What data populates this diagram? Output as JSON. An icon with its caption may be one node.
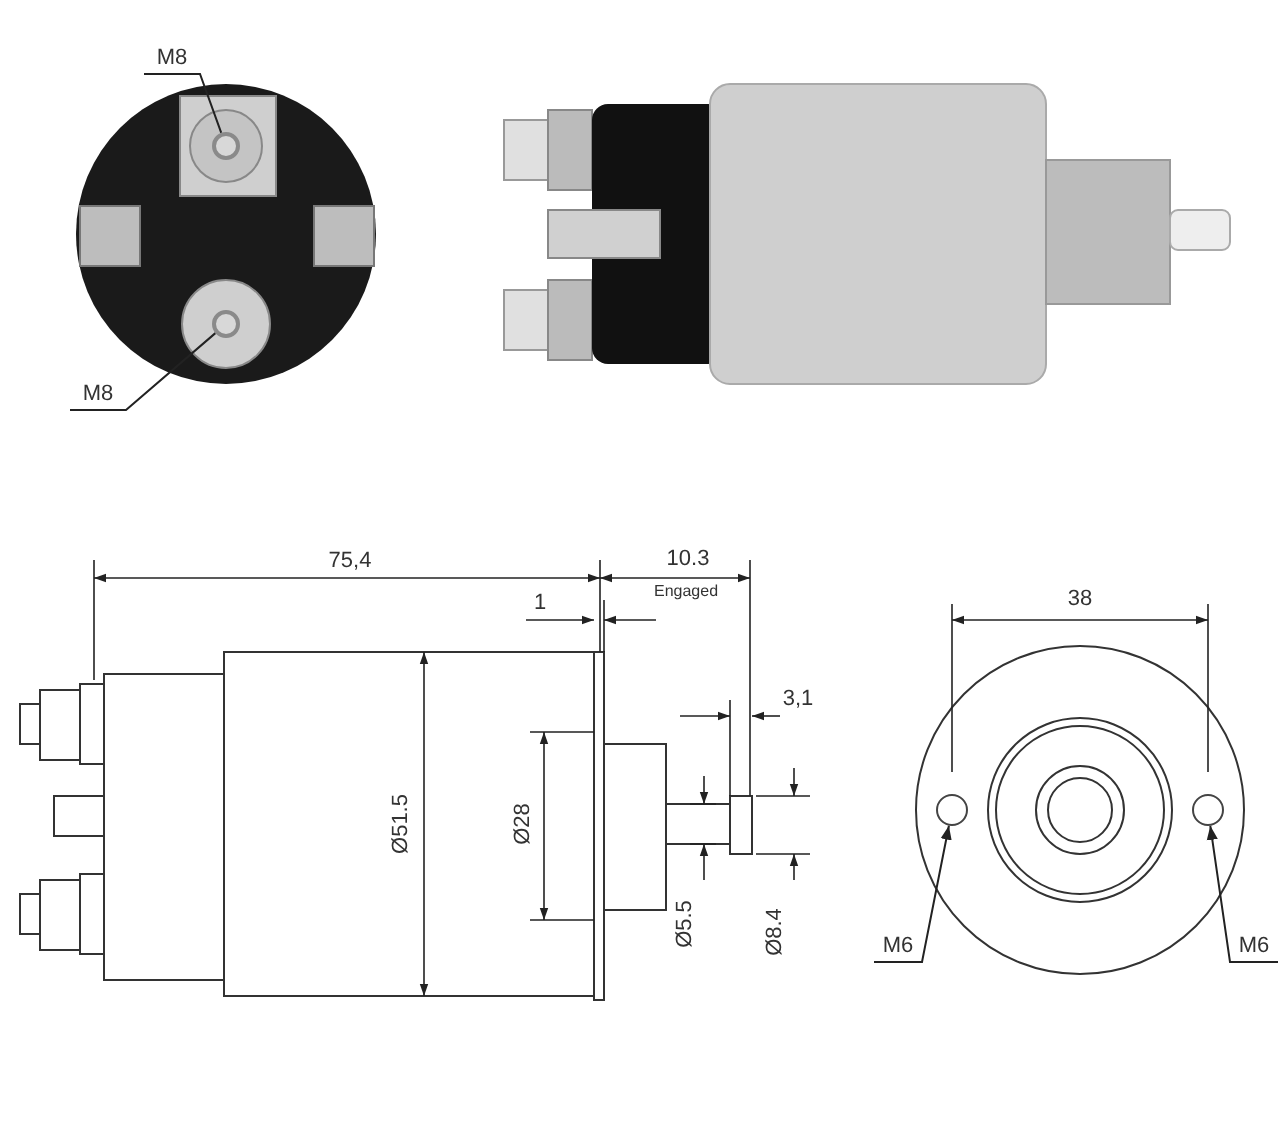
{
  "diagram": {
    "nodes": [
      {
        "text": [
          "M8"
        ]
      },
      {
        "text": [],
        "shape": "circle"
      },
      {
        "text": [],
        "shape": "circle"
      },
      {
        "text": [
          "M8"
        ]
      },
      {
        "text": [],
        "shape": "circle"
      },
      {
        "text": [],
        "shape": "circle"
      },
      {
        "text": [
          "M6"
        ]
      },
      {
        "text": [
          "M6"
        ]
      }
    ],
    "edges": [
      {
        "from": 0,
        "to": 1,
        "arrow": "none"
      },
      {
        "from": 3,
        "to": 2,
        "arrow": "none"
      },
      {
        "from": 6,
        "to": 4,
        "arrow": "to"
      },
      {
        "from": 7,
        "to": 5,
        "arrow": "to"
      }
    ],
    "labels": [
      "75,4",
      "10.3",
      "Engaged",
      "1",
      "38",
      "3,1",
      "Ø51.5",
      "Ø28",
      "Ø5.5",
      "Ø8.4"
    ]
  }
}
